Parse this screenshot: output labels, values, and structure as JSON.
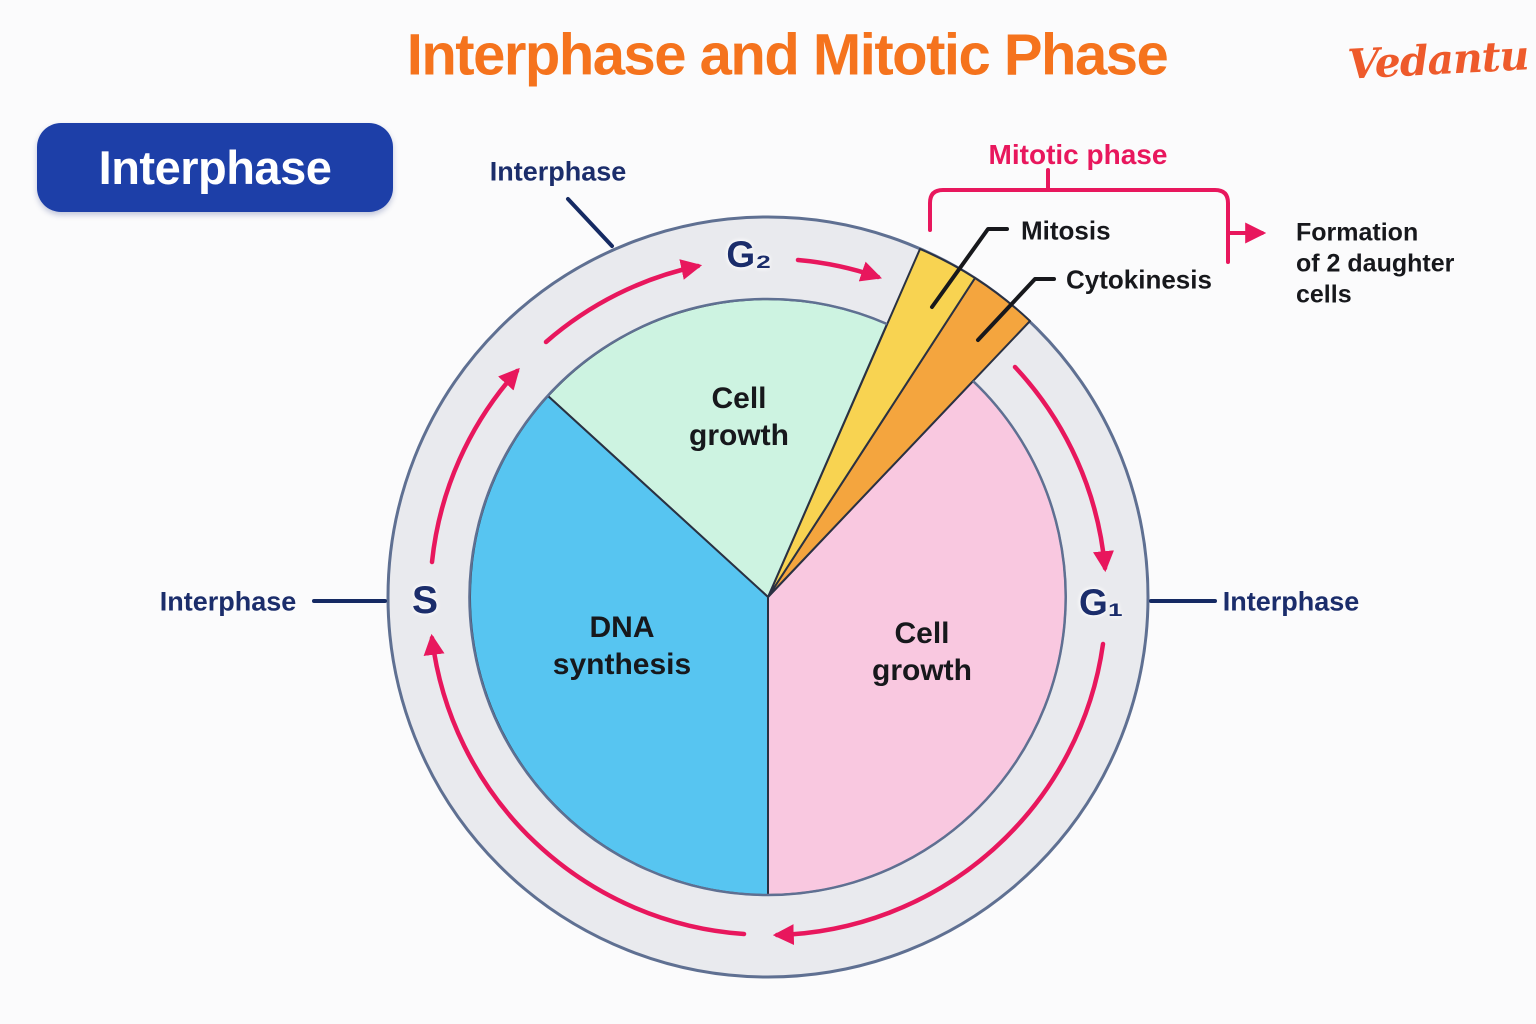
{
  "title": "Interphase and Mitotic Phase",
  "logo_text": "Vedantu",
  "badge": {
    "label": "Interphase"
  },
  "colors": {
    "bg": "#fbfbfc",
    "title-orange": "#f5731d",
    "logo-orange": "#ee5a2b",
    "badge-blue": "#1d3fa8",
    "navy": "#1b2d6b",
    "crimson": "#e8175d",
    "ink": "#17181c",
    "ring-fill": "#e9eaee",
    "ring-border": "#5f7092",
    "divider": "#2a3142",
    "mint": "#cdf3e1",
    "blue": "#57c5f1",
    "pink": "#f9c8e0",
    "yellow": "#f8d351",
    "orange-wedge": "#f4a53e"
  },
  "cycle": {
    "ring_labels": {
      "top": "Interphase",
      "left": "Interphase",
      "right": "Interphase"
    },
    "phase_letters": {
      "g2": "G₂",
      "s": "S",
      "g1": "G₁"
    },
    "slices": [
      {
        "id": "g2",
        "label": "Cell\ngrowth",
        "color": "#cdf3e1"
      },
      {
        "id": "s",
        "label": "DNA\nsynthesis",
        "color": "#57c5f1"
      },
      {
        "id": "g1",
        "label": "Cell\ngrowth",
        "color": "#f9c8e0"
      },
      {
        "id": "mitosis",
        "label": "Mitosis",
        "color": "#f8d351"
      },
      {
        "id": "cytokinesis",
        "label": "Cytokinesis",
        "color": "#f4a53e"
      }
    ],
    "mitotic_phase": {
      "label": "Mitotic phase",
      "mitosis_label": "Mitosis",
      "cytokinesis_label": "Cytokinesis",
      "result": "Formation\nof 2 daughter\ncells"
    }
  }
}
